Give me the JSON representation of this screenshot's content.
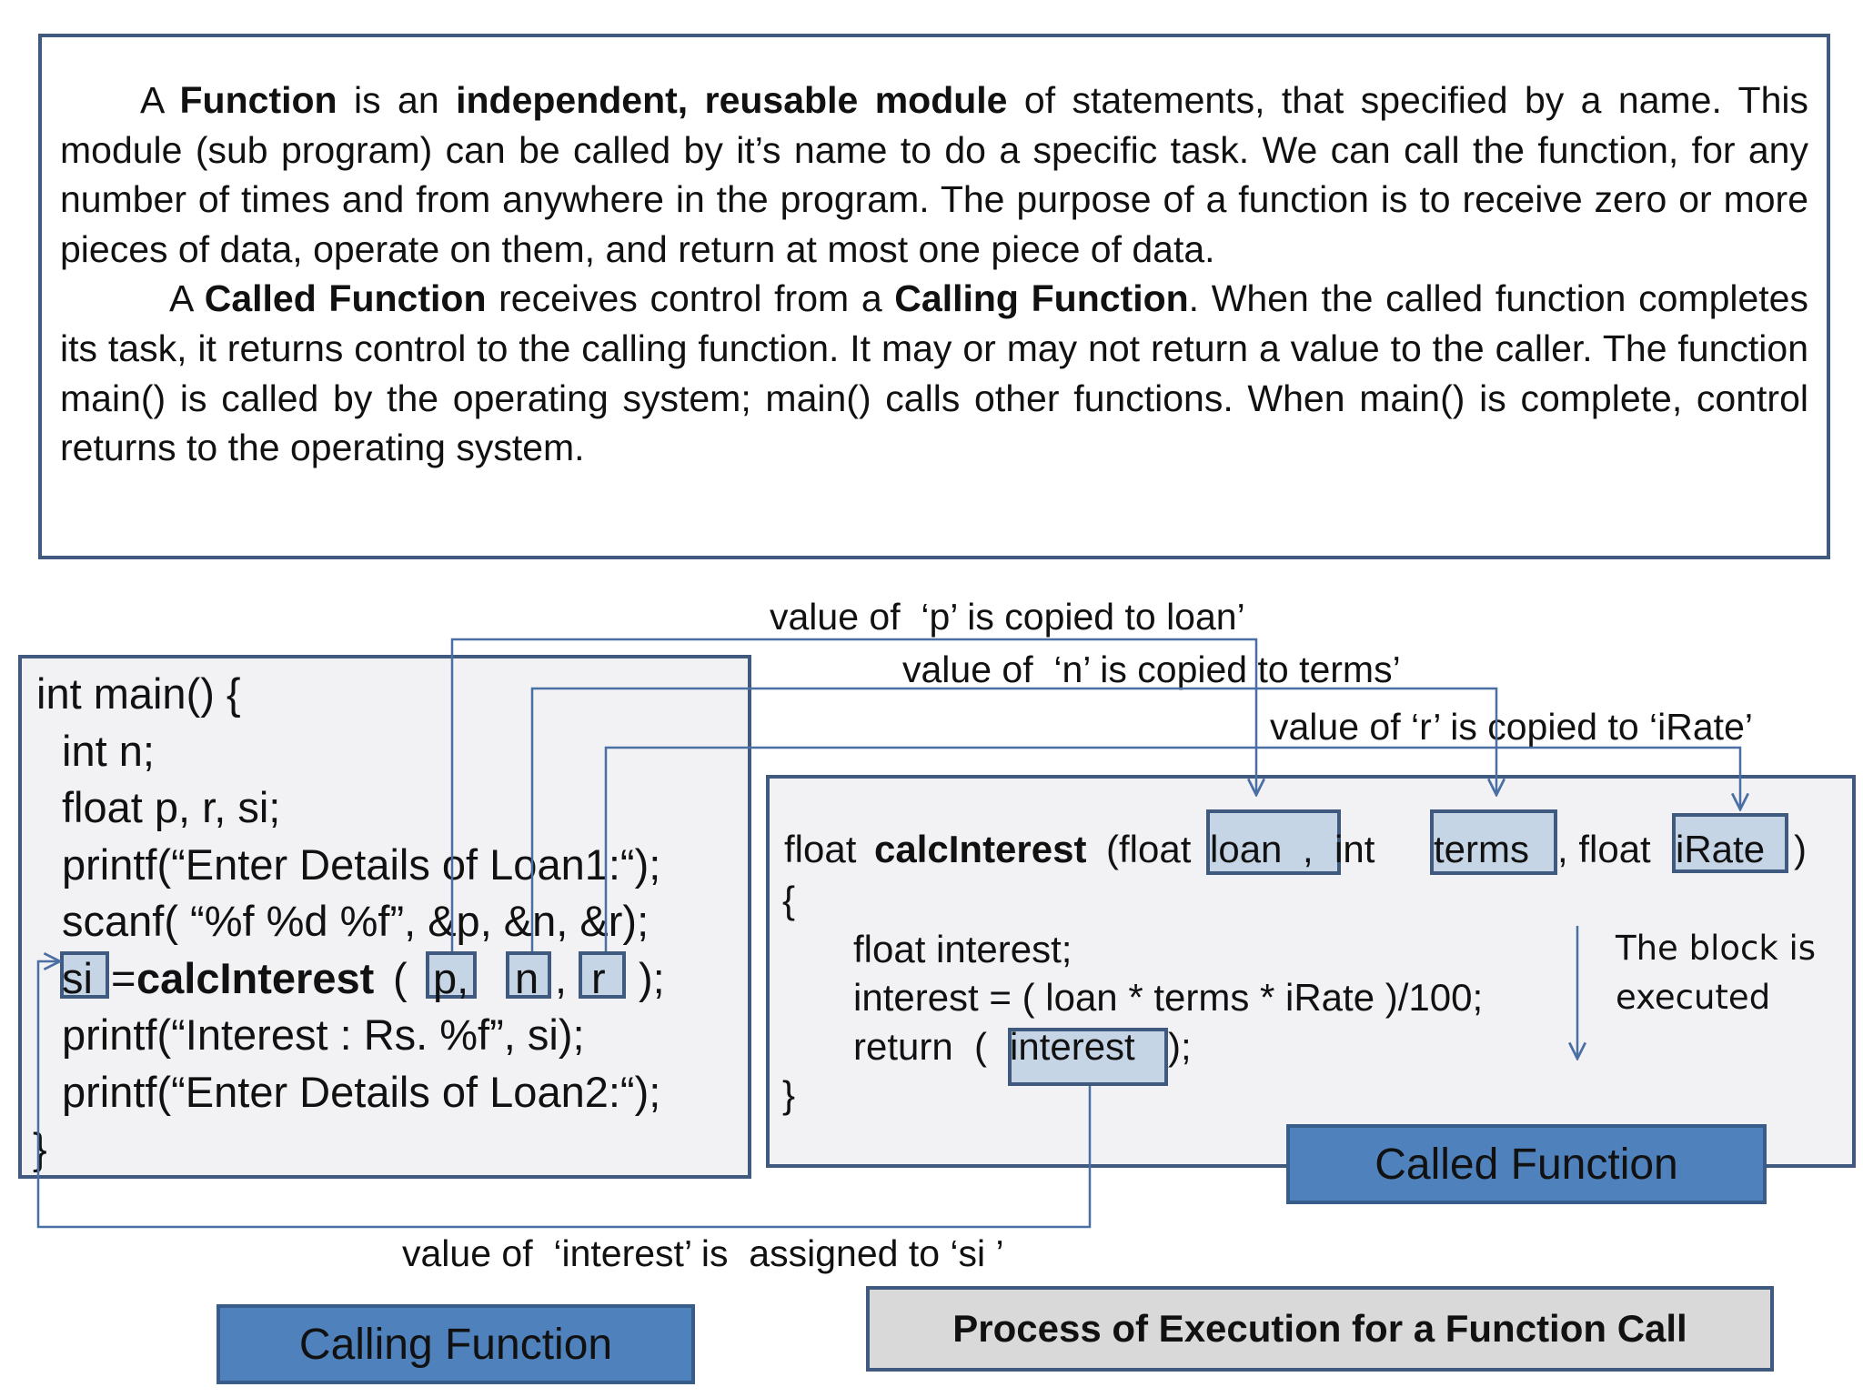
{
  "intro": {
    "p1": [
      {
        "t": "A ",
        "b": false
      },
      {
        "t": "Function",
        "b": true
      },
      {
        "t": " is an ",
        "b": false
      },
      {
        "t": "independent, reusable module",
        "b": true
      },
      {
        "t": " of statements, that specified by a name. This module (sub program) can be called by it’s name to do a specific task. We can call the function, for any number of times and from anywhere in the program. The purpose of a function is to receive zero or more pieces of data, operate on them, and return at most one piece of data.",
        "b": false
      }
    ],
    "p2": [
      {
        "t": "A ",
        "b": false
      },
      {
        "t": "Called Function",
        "b": true
      },
      {
        "t": " receives control from a ",
        "b": false
      },
      {
        "t": "Calling Function",
        "b": true
      },
      {
        "t": ". When the called function completes its task, it returns control to the calling function. It may or may not return a value to the caller. The function main() is called by the operating system; main() calls other functions. When main() is complete, control returns to the operating system.",
        "b": false
      }
    ]
  },
  "calling_code": {
    "line1": "int main() {",
    "line2": "int n;",
    "line3": "float p, r, si;",
    "line4": "printf(“Enter Details of Loan1:“);",
    "line5": "scanf( “%f %d %f”, &p, &n, &r);",
    "line6_var": "si",
    "line6_eq": "=",
    "line6_fn": "calcInterest",
    "line6_open": "( ",
    "arg_p": "p,",
    "arg_n": "n",
    "comma": ",",
    "arg_r": "r",
    "line6_close": ");",
    "line7": "printf(“Interest : Rs. %f”, si);",
    "line8": "printf(“Enter Details of Loan2:“);",
    "line9": "}"
  },
  "called_code": {
    "sig_float": "float ",
    "sig_name": "calcInterest",
    "sig_open": "(float ",
    "param_loan": "loan",
    "sig_int": ",  int",
    "param_terms": "terms",
    "sig_float2": ", float ",
    "param_irate": "iRate",
    "sig_close": ")",
    "brace_open": "{",
    "body1": "float interest;",
    "body2": "interest = ( loan * terms * iRate )/100;",
    "body3": "return  (",
    "ret_var": "interest",
    "body3_end": ");",
    "brace_close": "}"
  },
  "annotations": {
    "copy_p": "value of  ‘p’ is copied to loan’",
    "copy_n": "value of  ‘n’ is copied to terms’",
    "copy_r": "value of ‘r’ is copied to ‘iRate’",
    "assign_si": "value of  ‘interest’ is  assigned to ‘si ’",
    "block_note_1": "The block is",
    "block_note_2": "executed"
  },
  "labels": {
    "called_function": "Called Function",
    "calling_function": "Calling Function",
    "title": "Process of Execution for a Function Call"
  },
  "colors": {
    "border": "#3f5a7e",
    "arrow": "#4a6fa5",
    "highlight": "#c5d5e6",
    "button": "#4f81bd",
    "title_bg": "#d9d9d9"
  }
}
